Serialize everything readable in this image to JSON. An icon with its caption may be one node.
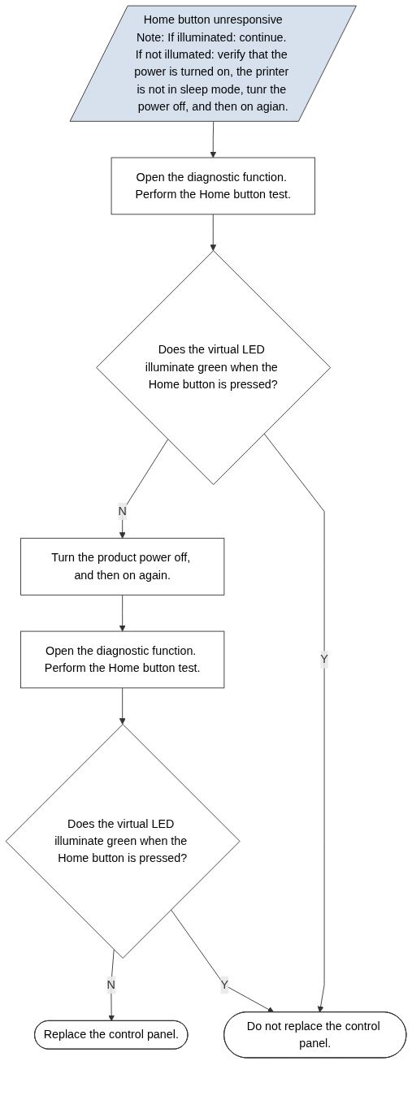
{
  "diagram": {
    "nodes": [
      {
        "text": [
          "Home button unresponsive",
          "Note: If illuminated: continue. If not illumated: verify that the power is turned on, the printer is not in sleep mode, tunr the power off, and then on agian."
        ]
      },
      {
        "text": [
          "Open the diagnostic function. Perform the Home button test."
        ]
      },
      {
        "text": [
          "Does the virtual LED illuminate green when the Home button is pressed?"
        ]
      },
      {
        "text": [
          "Turn the product power off, and then on again."
        ]
      },
      {
        "text": [
          "Open the diagnostic function. Perform the Home button test."
        ]
      },
      {
        "text": [
          "Does the virtual LED illuminate green when the Home button is pressed?"
        ]
      },
      {
        "text": [
          "Replace the control panel."
        ]
      },
      {
        "text": [
          "Do not replace the control panel."
        ]
      }
    ],
    "edges": [
      {
        "from": 0,
        "to": 1,
        "arrow": "to"
      },
      {
        "from": 1,
        "to": 2,
        "arrow": "to"
      },
      {
        "from": 2,
        "to": 3,
        "arrow": "to",
        "label": "N"
      },
      {
        "from": 3,
        "to": 4,
        "arrow": "to"
      },
      {
        "from": 4,
        "to": 5,
        "arrow": "to"
      },
      {
        "from": 5,
        "to": 6,
        "arrow": "to",
        "label": "N"
      },
      {
        "from": 2,
        "to": 7,
        "arrow": "to",
        "label": "Y"
      },
      {
        "from": 5,
        "to": 7,
        "arrow": "to",
        "label": "Y"
      }
    ]
  }
}
